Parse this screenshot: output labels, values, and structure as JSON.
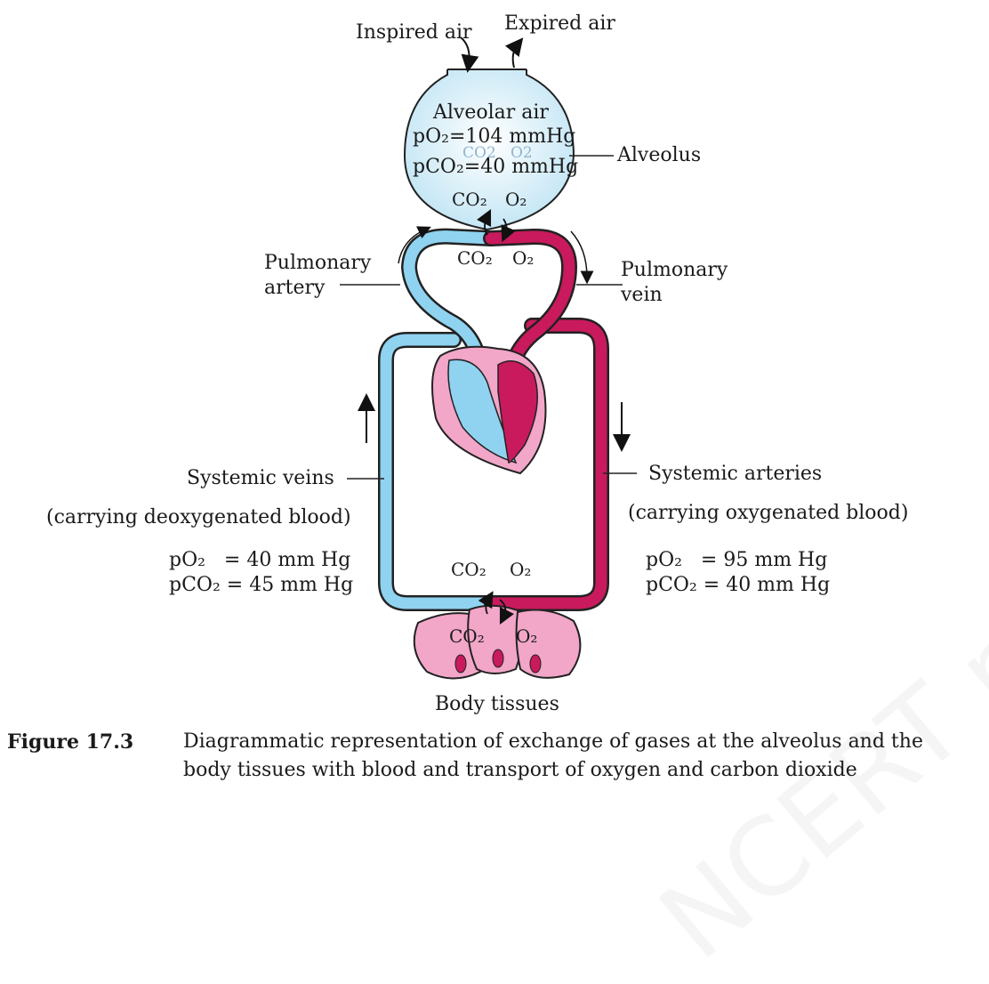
{
  "labels": {
    "inspired_air": "Inspired air",
    "expired_air": "Expired air",
    "alveolar_air": "Alveolar air",
    "alveolar_po2": "pO₂=104 mmHg",
    "alveolar_pco2": "pCO₂=40 mmHg",
    "faint_co2": "CO2",
    "faint_o2": "O2",
    "alveolus": "Alveolus",
    "alv_co2": "CO₂",
    "alv_o2": "O₂",
    "cap_co2": "CO₂",
    "cap_o2": "O₂",
    "pulmonary_artery": "Pulmonary\nartery",
    "pulmonary_vein": "Pulmonary\nvein",
    "systemic_veins": "Systemic veins",
    "systemic_veins_note": "(carrying deoxygenated blood)",
    "systemic_arteries": "Systemic arteries",
    "systemic_arteries_note": "(carrying oxygenated blood)",
    "veins_po2": "pO₂   = 40 mm Hg",
    "veins_pco2": "pCO₂ = 45 mm Hg",
    "arteries_po2": "pO₂   = 95 mm Hg",
    "arteries_pco2": "pCO₂ = 40 mm Hg",
    "tissue_co2_top": "CO₂",
    "tissue_o2_top": "O₂",
    "tissue_co2": "CO₂",
    "tissue_o2": "O₂",
    "body_tissues": "Body tissues"
  },
  "caption": {
    "number": "Figure 17.3",
    "text": "Diagrammatic representation of exchange of gases at the alveolus and the body tissues with blood and transport of oxygen and carbon dioxide"
  },
  "watermark": "NCERT not to be republished",
  "colors": {
    "deoxygenated": "#8fd3f0",
    "oxygenated": "#c81a5c",
    "tissue": "#f2a6c8",
    "alveolus_fill": "#d6eef8"
  }
}
